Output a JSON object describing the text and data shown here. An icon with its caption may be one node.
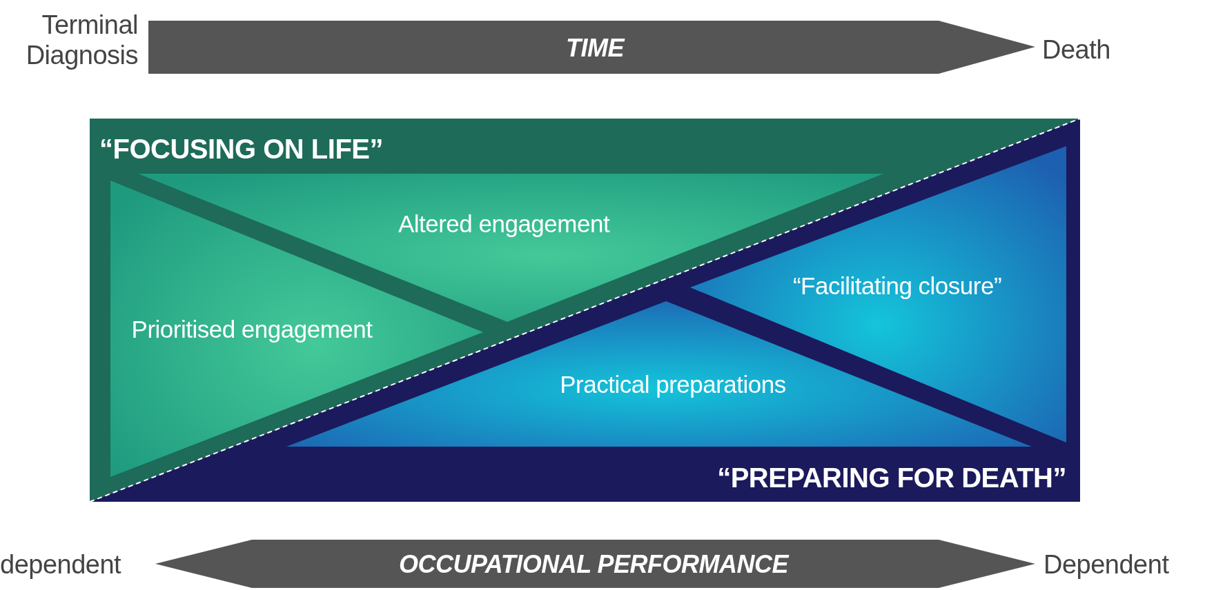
{
  "diagram": {
    "nodes": [
      {
        "text": [
          "“FOCUSING ON LIFE”"
        ]
      },
      {
        "text": [
          "Prioritised engagement"
        ],
        "in": 0
      },
      {
        "text": [
          "Altered engagement"
        ],
        "in": 0
      },
      {
        "text": [
          "“PREPARING FOR DEATH”"
        ]
      },
      {
        "text": [
          "“Facilitating closure”"
        ],
        "in": 3
      },
      {
        "text": [
          "Practical preparations"
        ],
        "in": 3
      }
    ],
    "labels": [
      "Terminal Diagnosis",
      "TIME",
      "Death",
      "dependent",
      "OCCUPATIONAL PERFORMANCE",
      "Dependent"
    ]
  }
}
